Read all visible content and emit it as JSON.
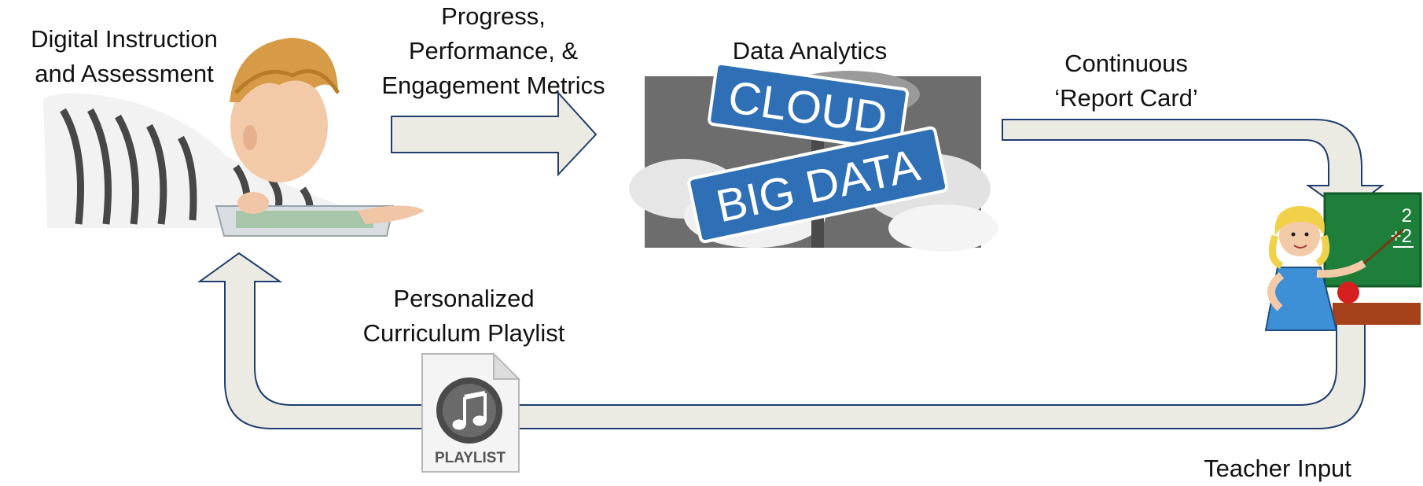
{
  "labels": {
    "digital_instruction": [
      "Digital Instruction",
      "and Assessment"
    ],
    "metrics": [
      "Progress,",
      "Performance, &",
      "Engagement Metrics"
    ],
    "data_analytics": [
      "Data Analytics"
    ],
    "report_card": [
      "Continuous",
      "‘Report Card’"
    ],
    "playlist_caption": [
      "Personalized",
      "Curriculum Playlist"
    ],
    "teacher_input": [
      "Teacher Input"
    ]
  },
  "images": {
    "cloud_sign": "CLOUD",
    "big_data_sign": "BIG DATA",
    "playlist_icon_text": "PLAYLIST",
    "chalkboard_sum": [
      "2",
      "+2"
    ]
  },
  "colors": {
    "arrow_fill": "#ecebe3",
    "arrow_stroke": "#1f3d6e",
    "sign_blue": "#2f6fb6",
    "chalkboard": "#1e7f3a",
    "desk": "#a4401a"
  }
}
